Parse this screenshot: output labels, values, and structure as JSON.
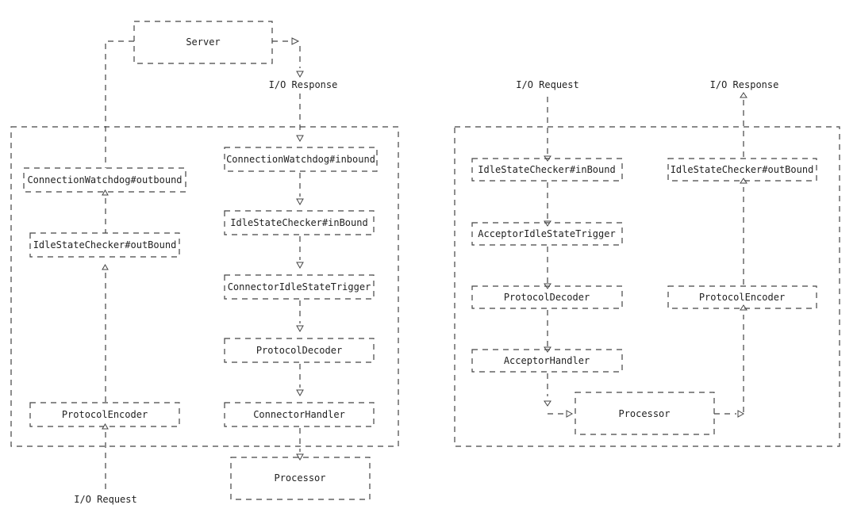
{
  "left": {
    "server": "Server",
    "io_response": "I/O Response",
    "io_request": "I/O Request",
    "outbound": {
      "watchdog_out": "ConnectionWatchdog#outbound",
      "idle_out": "IdleStateChecker#outBound",
      "encoder": "ProtocolEncoder"
    },
    "inbound": {
      "watchdog_in": "ConnectionWatchdog#inbound",
      "idle_in": "IdleStateChecker#inBound",
      "trigger": "ConnectorIdleStateTrigger",
      "decoder": "ProtocolDecoder",
      "handler": "ConnectorHandler"
    },
    "processor": "Processor"
  },
  "right": {
    "io_request": "I/O Request",
    "io_response": "I/O Response",
    "inbound": {
      "idle_in": "IdleStateChecker#inBound",
      "trigger": "AcceptorIdleStateTrigger",
      "decoder": "ProtocolDecoder",
      "handler": "AcceptorHandler"
    },
    "outbound": {
      "idle_out": "IdleStateChecker#outBound",
      "encoder": "ProtocolEncoder"
    },
    "processor": "Processor"
  }
}
